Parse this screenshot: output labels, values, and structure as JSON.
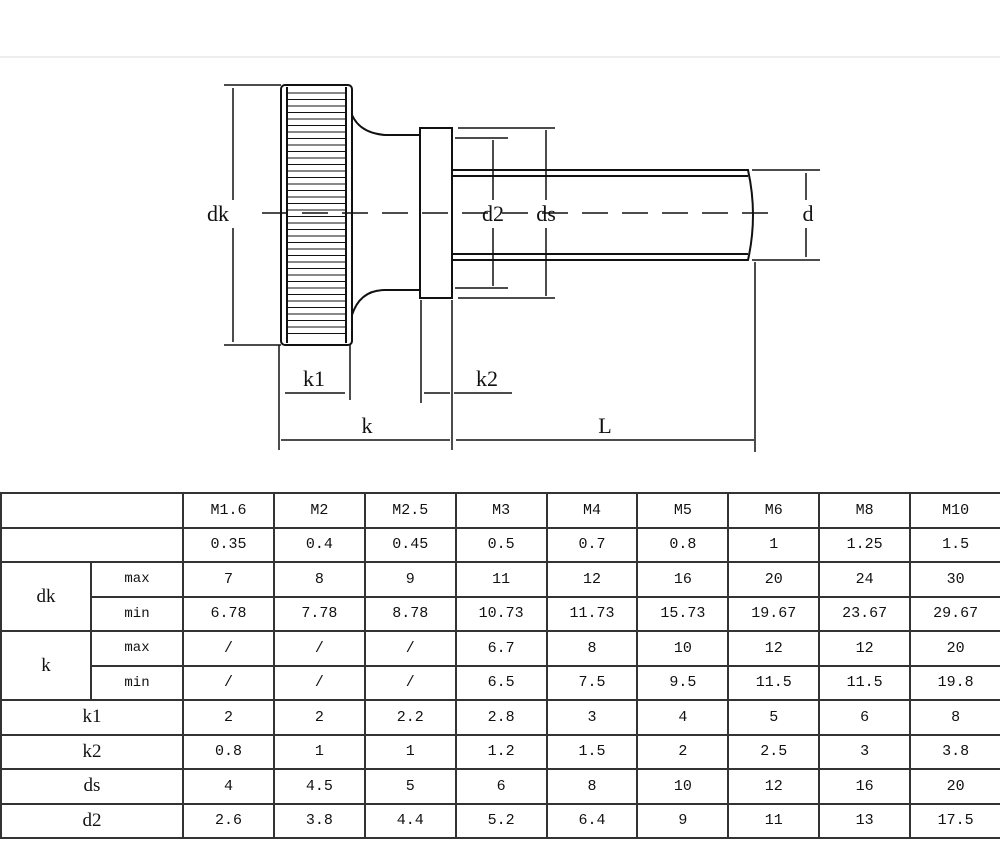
{
  "drawing": {
    "labels": {
      "dk": "dk",
      "d2": "d2",
      "ds": "ds",
      "d": "d",
      "k1": "k1",
      "k2": "k2",
      "k": "k",
      "L": "L"
    }
  },
  "table": {
    "sizes": [
      "M1.6",
      "M2",
      "M2.5",
      "M3",
      "M4",
      "M5",
      "M6",
      "M8",
      "M10"
    ],
    "pitch": [
      "0.35",
      "0.4",
      "0.45",
      "0.5",
      "0.7",
      "0.8",
      "1",
      "1.25",
      "1.5"
    ],
    "dk": {
      "label": "dk",
      "max_label": "max",
      "min_label": "min",
      "max": [
        "7",
        "8",
        "9",
        "11",
        "12",
        "16",
        "20",
        "24",
        "30"
      ],
      "min": [
        "6.78",
        "7.78",
        "8.78",
        "10.73",
        "11.73",
        "15.73",
        "19.67",
        "23.67",
        "29.67"
      ]
    },
    "k": {
      "label": "k",
      "max_label": "max",
      "min_label": "min",
      "max": [
        "/",
        "/",
        "/",
        "6.7",
        "8",
        "10",
        "12",
        "12",
        "20"
      ],
      "min": [
        "/",
        "/",
        "/",
        "6.5",
        "7.5",
        "9.5",
        "11.5",
        "11.5",
        "19.8"
      ]
    },
    "k1": {
      "label": "k1",
      "values": [
        "2",
        "2",
        "2.2",
        "2.8",
        "3",
        "4",
        "5",
        "6",
        "8"
      ]
    },
    "k2": {
      "label": "k2",
      "values": [
        "0.8",
        "1",
        "1",
        "1.2",
        "1.5",
        "2",
        "2.5",
        "3",
        "3.8"
      ]
    },
    "ds": {
      "label": "ds",
      "values": [
        "4",
        "4.5",
        "5",
        "6",
        "8",
        "10",
        "12",
        "16",
        "20"
      ]
    },
    "d2": {
      "label": "d2",
      "values": [
        "2.6",
        "3.8",
        "4.4",
        "5.2",
        "6.4",
        "9",
        "11",
        "13",
        "17.5"
      ]
    }
  }
}
